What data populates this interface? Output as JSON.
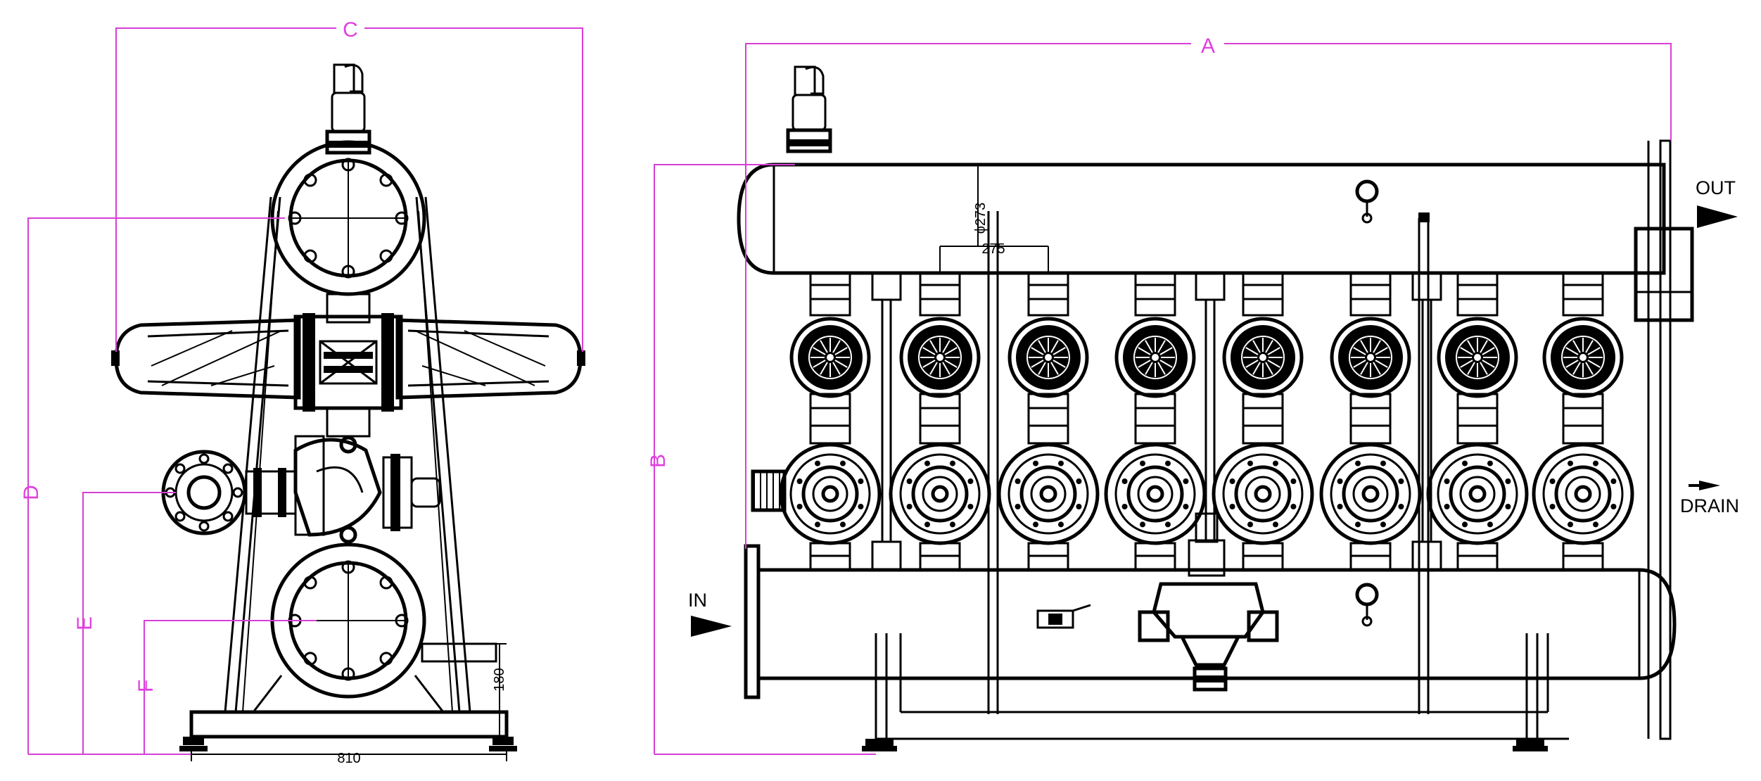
{
  "dimensions": {
    "a": "A",
    "b": "B",
    "c": "C",
    "d": "D",
    "e": "E",
    "f": "F"
  },
  "measurements": {
    "diameter": "ϕ273",
    "spacing": "275",
    "height": "180",
    "width": "810"
  },
  "labels": {
    "inlet": "IN",
    "outlet": "OUT",
    "drain": "DRAIN"
  },
  "colors": {
    "dimension": "#e040e0",
    "line": "#000000"
  },
  "icons": {
    "flow_arrow": "flow-arrow-icon",
    "valve": "valve-icon",
    "pressure_gauge": "pressure-gauge-icon"
  }
}
